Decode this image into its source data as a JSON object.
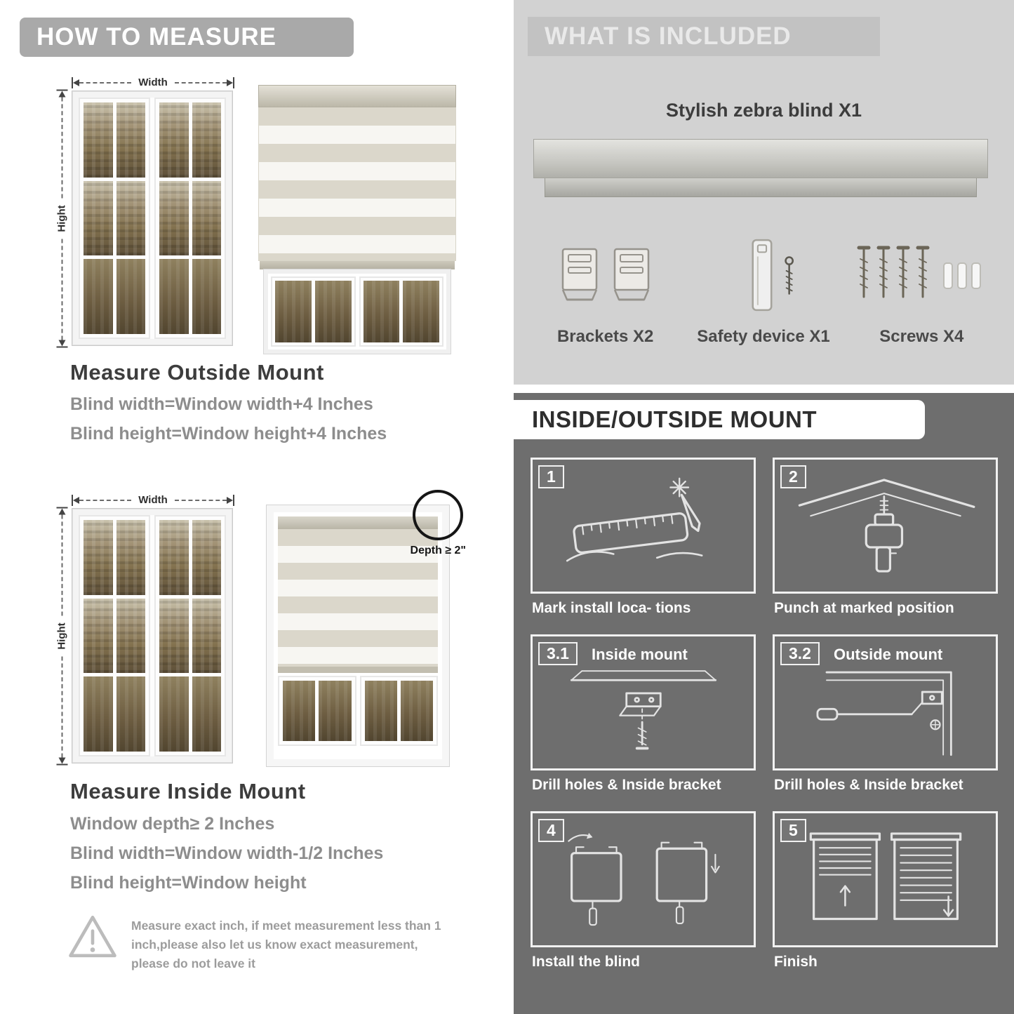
{
  "colors": {
    "header_gray": "#a9a9a9",
    "panel_light": "#d2d2d2",
    "panel_dark": "#6e6e6e",
    "title_dark": "#3d3d3d",
    "text_gray": "#8d8d8d",
    "stripe_tan": "#dbd7cb"
  },
  "left": {
    "header": "HOW TO MEASURE",
    "outside": {
      "width_label": "Width",
      "height_label": "Hight",
      "title": "Measure Outside Mount",
      "line1": "Blind width=Window width+4 Inches",
      "line2": "Blind height=Window height+4 Inches"
    },
    "inside": {
      "width_label": "Width",
      "height_label": "Hight",
      "depth_callout": "Depth ≥ 2\"",
      "title": "Measure Inside Mount",
      "line1": "Window depth≥ 2 Inches",
      "line2": "Blind width=Window width-1/2 Inches",
      "line3": "Blind height=Window height"
    },
    "warning": {
      "icon": "exclamation-triangle",
      "text": "Measure exact inch, if meet measurement less than 1 inch,please also let us know exact measurement, please do not leave it"
    }
  },
  "right": {
    "included": {
      "header": "WHAT IS INCLUDED",
      "blind_label": "Stylish zebra blind X1",
      "items": [
        {
          "label": "Brackets X2",
          "icon": "bracket-icon"
        },
        {
          "label": "Safety device X1",
          "icon": "safety-device-icon"
        },
        {
          "label": "Screws X4",
          "icon": "screws-icon"
        }
      ]
    },
    "mount": {
      "header": "INSIDE/OUTSIDE MOUNT",
      "steps": [
        {
          "num": "1",
          "title": "",
          "caption": "Mark install loca- tions"
        },
        {
          "num": "2",
          "title": "",
          "caption": "Punch at  marked position"
        },
        {
          "num": "3.1",
          "title": "Inside mount",
          "caption": "Drill holes &  Inside bracket"
        },
        {
          "num": "3.2",
          "title": "Outside mount",
          "caption": "Drill holes &  Inside bracket"
        },
        {
          "num": "4",
          "title": "",
          "caption": "Install the blind"
        },
        {
          "num": "5",
          "title": "",
          "caption": "Finish"
        }
      ]
    }
  }
}
